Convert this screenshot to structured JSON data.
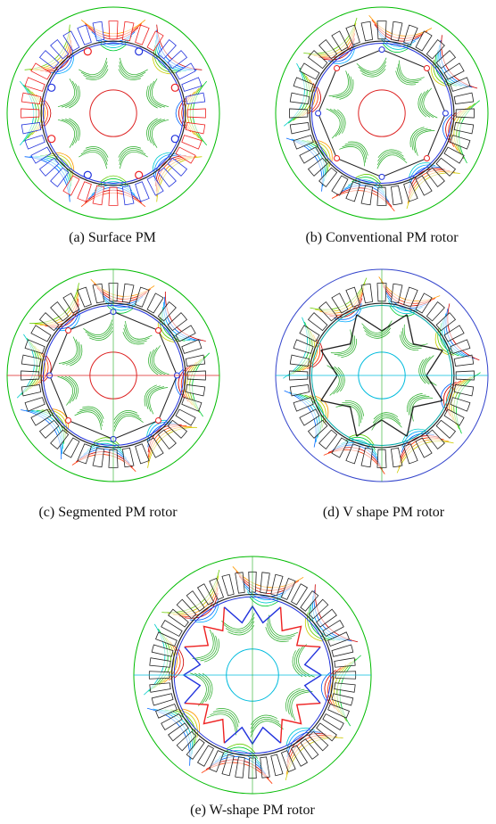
{
  "panels": [
    {
      "id": "a",
      "caption": "(a) Surface PM"
    },
    {
      "id": "b",
      "caption": "(b) Conventional PM rotor"
    },
    {
      "id": "c",
      "caption": "(c) Segmented PM rotor"
    },
    {
      "id": "d",
      "caption": "(d) V shape PM rotor"
    },
    {
      "id": "e",
      "caption": "(e) W-shape PM rotor"
    }
  ],
  "colors": {
    "stator_outline": "#00bb00",
    "flux_palette": [
      "#00cc33",
      "#66cc00",
      "#cccc00",
      "#ff9900",
      "#ff3300",
      "#cc0000",
      "#0066ff",
      "#00aaff",
      "#00cccc"
    ],
    "magnet_red": "#ee2222",
    "magnet_blue": "#2233dd",
    "outline_dark": "#222222",
    "shaft_red": "#dd2222",
    "shaft_cyan": "#00bbdd",
    "frame_blue": "#3344cc"
  }
}
